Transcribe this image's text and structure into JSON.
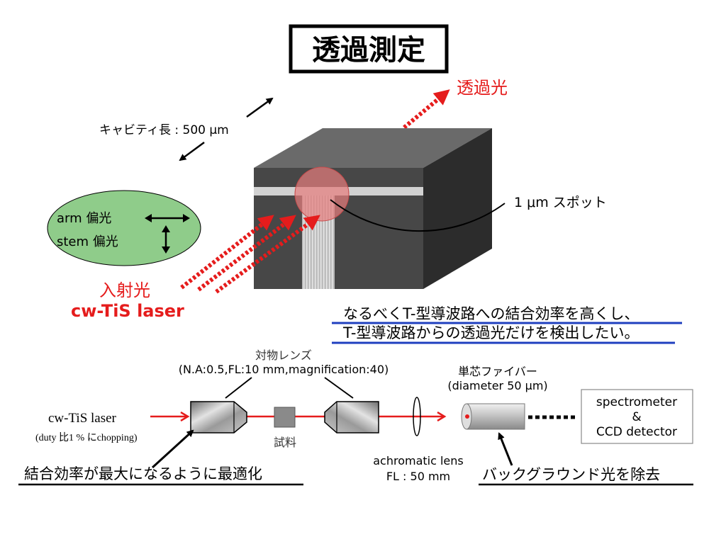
{
  "title": "透過測定",
  "labels": {
    "transmitted": "透過光",
    "cavity": "キャビティ長 : 500 μm",
    "spot": "1 μm スポット",
    "arm_pol": "arm 偏光",
    "stem_pol": "stem 偏光",
    "incident": "入射光",
    "laser_top": "cw-TiS laser",
    "goal_line1": "なるべくT-型導波路への結合効率を高くし、",
    "goal_line2": "T-型導波路からの透過光だけを検出したい。",
    "objective": "対物レンズ",
    "objective_spec": "(N.A:0.5,FL:10 mm,magnification:40)",
    "fiber": "単芯ファイバー",
    "fiber_spec": "(diameter 50  μm)",
    "laser_bottom": "cw-TiS laser",
    "chopping": "(duty 比1 % にchopping)",
    "sample": "試料",
    "achro_line1": "achromatic lens",
    "achro_line2": "FL : 50 mm",
    "spectro_line1": "spectrometer",
    "spectro_line2": "&",
    "spectro_line3": "CCD detector",
    "optimize": "結合効率が最大になるように最適化",
    "background": "バックグラウンド光を除去"
  },
  "colors": {
    "beam_red": "#e51c1c",
    "oval_green": "#8fcc8a",
    "underline_blue": "#1f3fbf",
    "cube_front": "#474747",
    "cube_top": "#6a6a6a",
    "cube_side": "#2c2c2c"
  },
  "icons": [
    "double-arrow-horizontal-icon",
    "double-arrow-vertical-icon"
  ]
}
